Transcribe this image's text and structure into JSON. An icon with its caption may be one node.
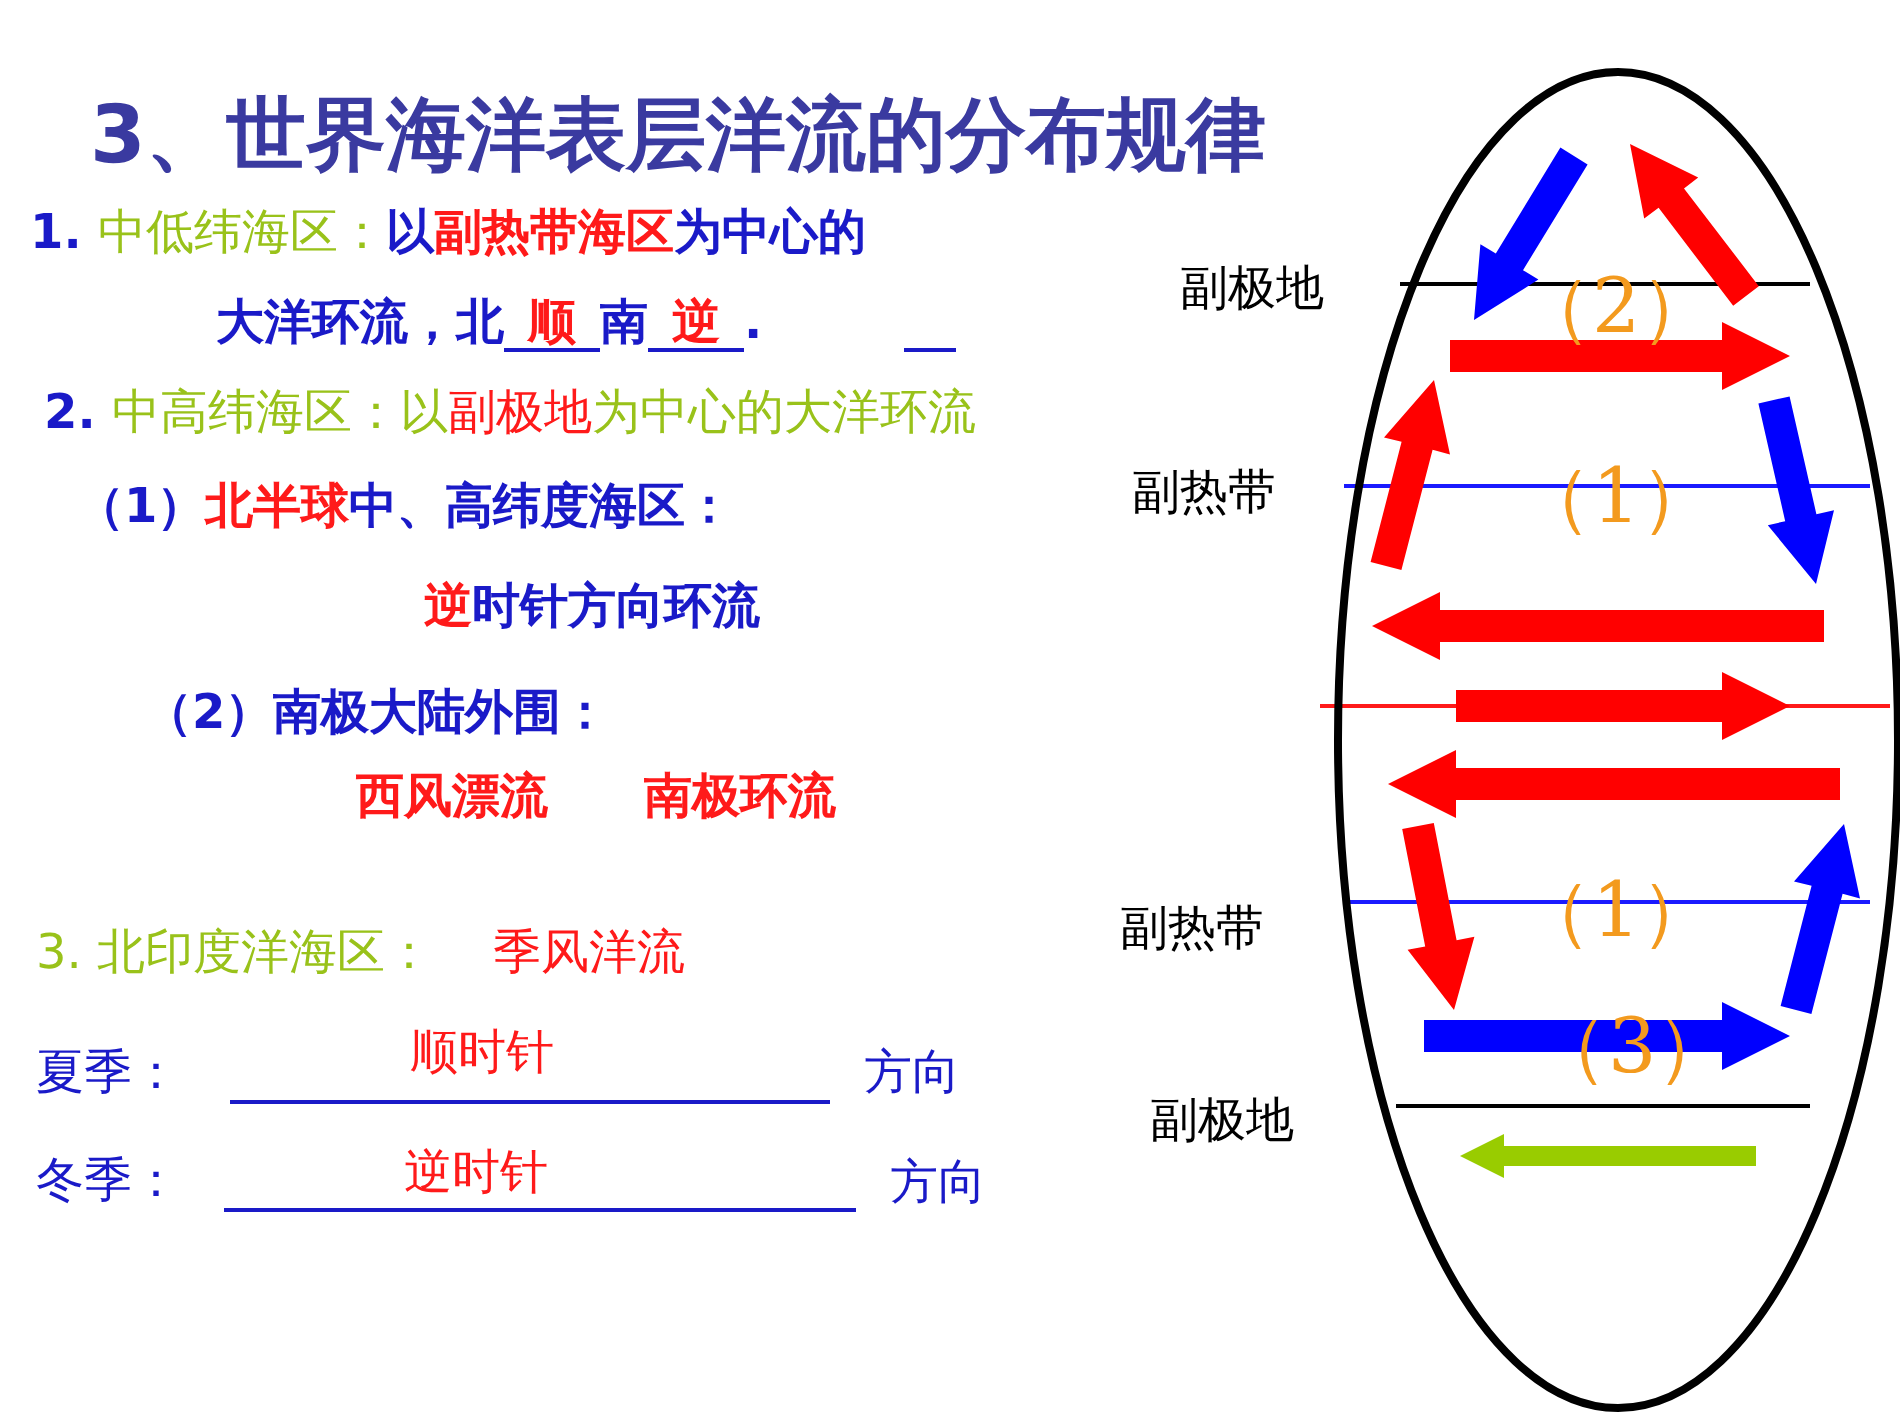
{
  "diagram": {
    "title": "3、世界海洋表层洋流的分布规律",
    "nodes": [
      {
        "text": [
          "（2）",
          "（1）",
          "（1）",
          "（3）"
        ]
      }
    ],
    "labels": [
      "1.",
      "中低纬海区：",
      "以",
      "副热带海区",
      "为中心的",
      "大洋环流，北",
      "顺",
      "南",
      "逆",
      ".",
      "2.",
      "中高纬海区：以",
      "副极地",
      "为中心的大洋环流",
      "（1）",
      "北半球",
      "中、高纬度海区：",
      "逆",
      "时针方向环流",
      "（2）南极大陆外围：",
      "西风漂流",
      "南极环流",
      "3. 北印度洋海区：",
      "季风洋流",
      "夏季：",
      "顺时针",
      "方向",
      "冬季：",
      "逆时针",
      "方向",
      "副极地",
      "副热带",
      "副热带",
      "副极地"
    ]
  }
}
